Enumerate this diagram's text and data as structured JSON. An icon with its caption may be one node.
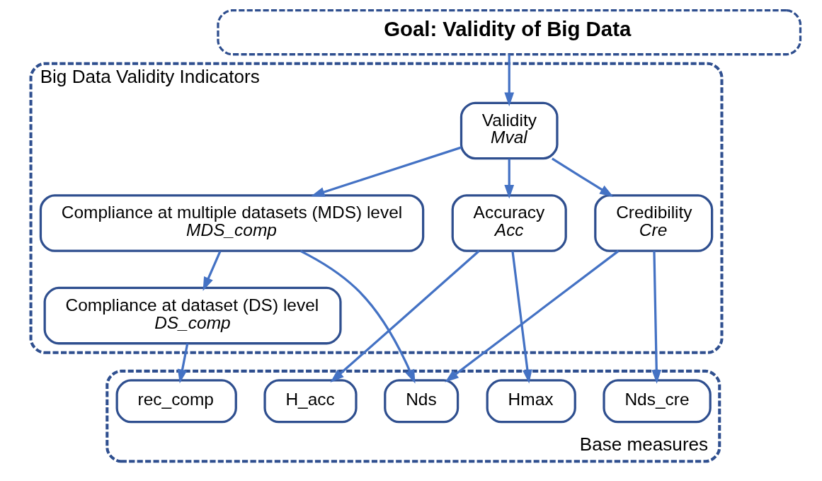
{
  "diagram": {
    "nodes": [
      {
        "text": [
          "Goal: Validity of Big Data"
        ]
      },
      {
        "text": [
          "Big Data Validity Indicators"
        ]
      },
      {
        "text": [
          "Validity",
          "Mval"
        ],
        "in": 1
      },
      {
        "text": [
          "Accuracy",
          "Acc"
        ],
        "in": 1
      },
      {
        "text": [
          "Credibility",
          "Cre"
        ],
        "in": 1
      },
      {
        "text": [
          "Compliance at multiple datasets (MDS) level",
          "MDS_comp"
        ],
        "in": 1
      },
      {
        "text": [
          "Compliance at dataset (DS) level",
          "DS_comp"
        ],
        "in": 1
      },
      {
        "text": [
          "Base measures"
        ]
      },
      {
        "text": [
          "H_acc"
        ],
        "in": 7
      },
      {
        "text": [
          "Hmax"
        ],
        "in": 7
      },
      {
        "text": [
          "Nds_cre"
        ],
        "in": 7
      },
      {
        "text": [
          "Nds"
        ],
        "in": 7
      },
      {
        "text": [
          "rec_comp"
        ],
        "in": 7
      }
    ],
    "edges": [
      {
        "from": 0,
        "to": 2,
        "arrow": "to"
      },
      {
        "from": 2,
        "to": 3,
        "arrow": "to"
      },
      {
        "from": 2,
        "to": 4,
        "arrow": "to"
      },
      {
        "from": 2,
        "to": 5,
        "arrow": "to"
      },
      {
        "from": 3,
        "to": 8,
        "arrow": "to"
      },
      {
        "from": 3,
        "to": 9,
        "arrow": "to"
      },
      {
        "from": 4,
        "to": 10,
        "arrow": "to"
      },
      {
        "from": 4,
        "to": 11,
        "arrow": "to"
      },
      {
        "from": 5,
        "to": 6,
        "arrow": "to"
      },
      {
        "from": 5,
        "to": 11,
        "arrow": "to"
      },
      {
        "from": 6,
        "to": 12,
        "arrow": "to"
      }
    ]
  }
}
